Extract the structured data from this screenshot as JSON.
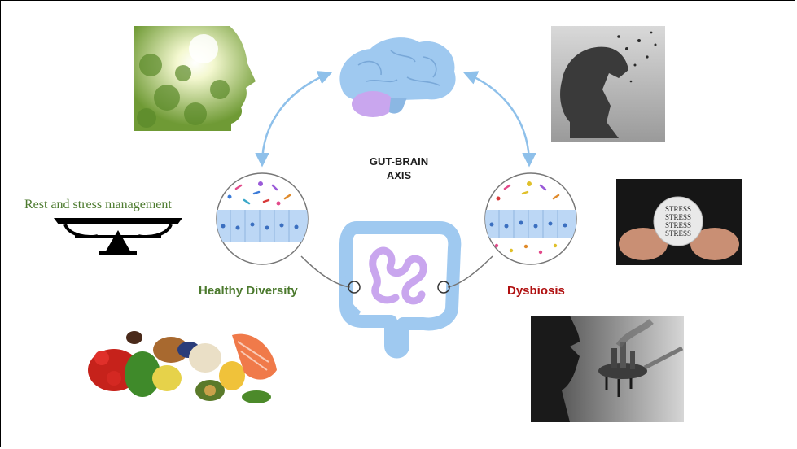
{
  "diagram": {
    "center_title_line1": "GUT-BRAIN",
    "center_title_line2": "AXIS",
    "left_label": "Healthy Diversity",
    "right_label": "Dysbiosis",
    "rest_label": "Rest and stress management",
    "stress_ball_text": [
      "STRESS",
      "STRESS",
      "STRESS",
      "STRESS"
    ],
    "colors": {
      "healthy_green": "#4c7a2e",
      "dysbiosis_red": "#b01010",
      "brain_blue": "#9fc9f0",
      "cerebellum_purple": "#c9a6ee",
      "arrow_blue": "#8ec0ea"
    },
    "icons": [
      "brain-icon",
      "intestine-icon",
      "balance-scale-icon",
      "food-photo",
      "forest-face-photo",
      "tree-head-photo",
      "stress-ball-photo",
      "pollution-spoon-photo"
    ]
  }
}
